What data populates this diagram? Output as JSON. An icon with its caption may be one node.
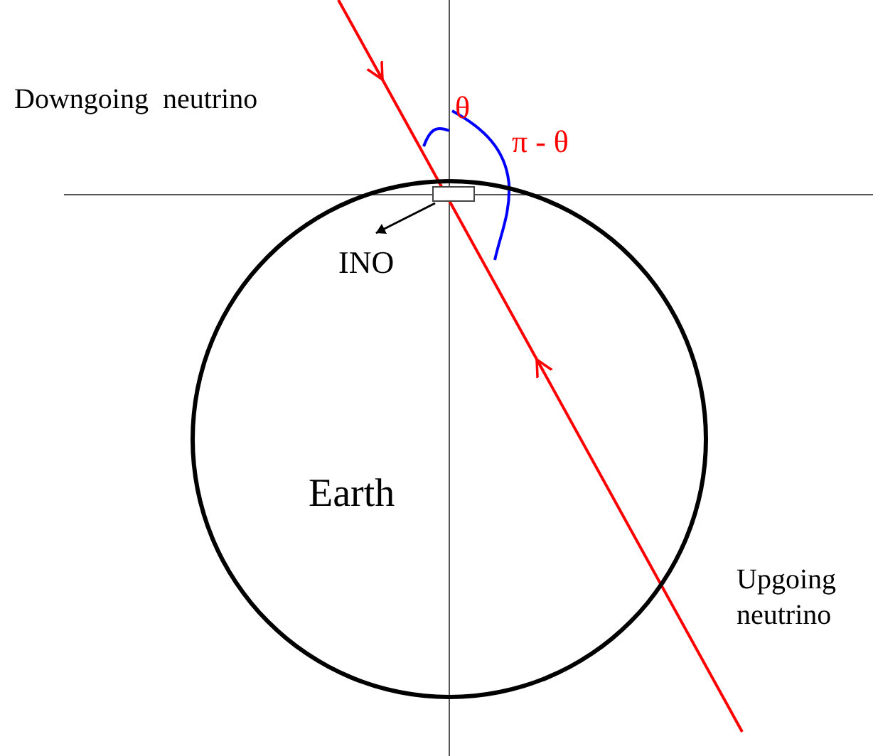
{
  "diagram": {
    "nodes": [
      {
        "text": [
          "Earth"
        ]
      },
      {
        "text": [],
        "shape": "box",
        "in": 0
      },
      {
        "text": [
          "INO"
        ],
        "in": 0
      }
    ],
    "edges": [
      {
        "from": 1,
        "to": 2,
        "arrow": "to"
      }
    ],
    "labels": [
      "Downgoing  neutrino",
      "θ",
      "π - θ",
      "Upgoing neutrino"
    ]
  }
}
